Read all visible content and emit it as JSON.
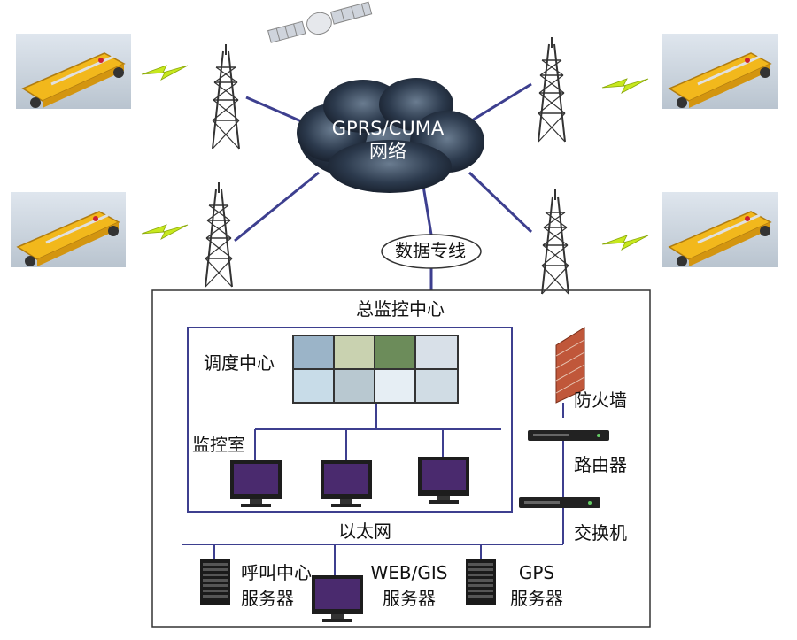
{
  "cloud": {
    "line1": "GPRS/CUMA",
    "line2": "网络"
  },
  "dedicated_line": "数据专线",
  "center_title": "总监控中心",
  "dispatch_center": "调度中心",
  "monitor_room": "监控室",
  "firewall": "防火墙",
  "router": "路由器",
  "switch": "交换机",
  "ethernet": "以太网",
  "servers": {
    "call_center": {
      "line1": "呼叫中心",
      "line2": "服务器"
    },
    "web_gis": {
      "line1": "WEB/GIS",
      "line2": "服务器"
    },
    "gps": {
      "line1": "GPS",
      "line2": "服务器"
    }
  },
  "colors": {
    "link": "#3d3f8f",
    "bolt": "#c7e81e",
    "vehicle": "#f2b81c",
    "monitor": "#4a2a6e",
    "firewall": "#c0573a"
  }
}
